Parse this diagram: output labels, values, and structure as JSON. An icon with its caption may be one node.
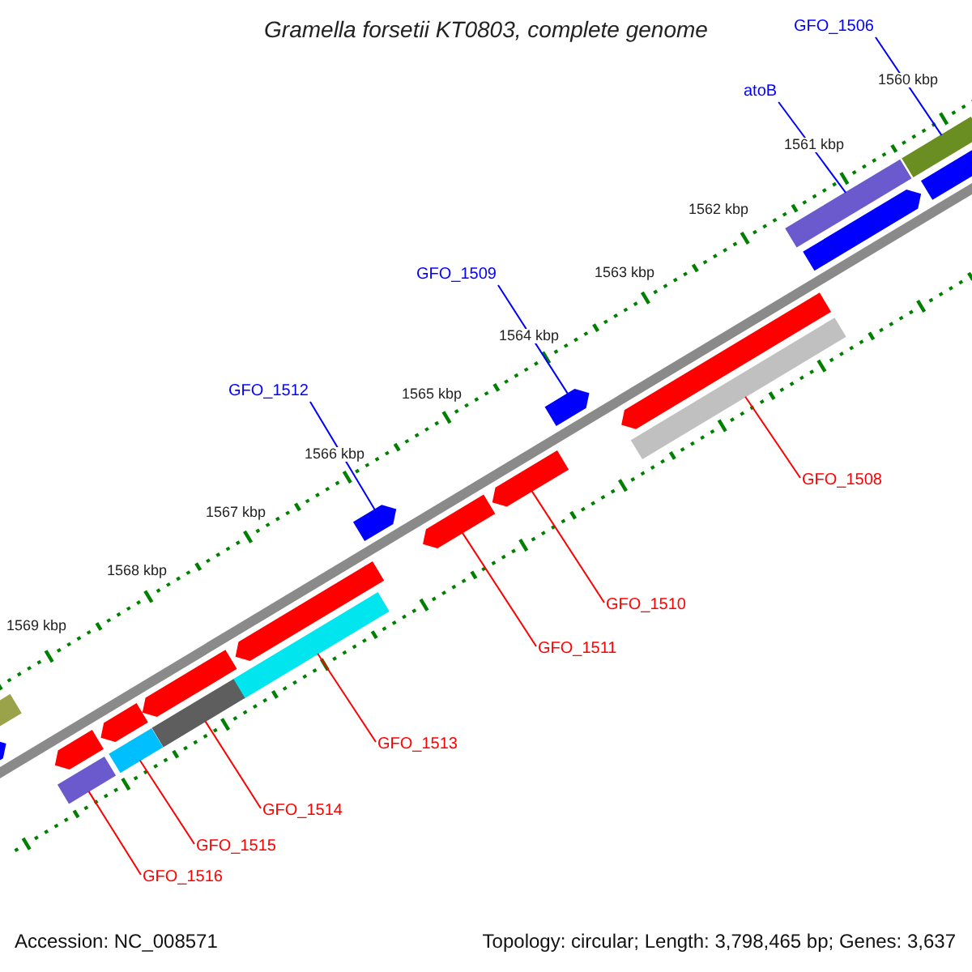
{
  "diagram": {
    "title": "Gramella forsetii KT0803, complete genome",
    "nodes": [
      {
        "text": [
          "GFO_1506"
        ]
      },
      {
        "text": [],
        "shape": "bar"
      },
      {
        "text": [
          "atoB"
        ]
      },
      {
        "text": [],
        "shape": "bar"
      },
      {
        "text": [
          "GFO_1509"
        ]
      },
      {
        "text": [],
        "shape": "pentagon"
      },
      {
        "text": [
          "GFO_1512"
        ]
      },
      {
        "text": [],
        "shape": "pentagon"
      },
      {
        "text": [
          "GFO_1508"
        ]
      },
      {
        "text": [],
        "shape": "bar"
      },
      {
        "text": [
          "GFO_1510"
        ]
      },
      {
        "text": [],
        "shape": "pentagon"
      },
      {
        "text": [
          "GFO_1511"
        ]
      },
      {
        "text": [],
        "shape": "pentagon"
      },
      {
        "text": [
          "GFO_1513"
        ]
      },
      {
        "text": [],
        "shape": "bar"
      },
      {
        "text": [
          "GFO_1514"
        ]
      },
      {
        "text": [],
        "shape": "bar"
      },
      {
        "text": [
          "GFO_1515"
        ]
      },
      {
        "text": [],
        "shape": "bar"
      },
      {
        "text": [
          "GFO_1516"
        ]
      },
      {
        "text": [],
        "shape": "bar"
      },
      {
        "text": [],
        "shape": "bar"
      },
      {
        "text": [],
        "shape": "pentagon"
      },
      {
        "text": [],
        "shape": "pentagon"
      },
      {
        "text": [],
        "shape": "pentagon"
      },
      {
        "text": [],
        "shape": "pentagon"
      },
      {
        "text": [],
        "shape": "pentagon"
      },
      {
        "text": [],
        "shape": "pentagon"
      },
      {
        "text": [],
        "shape": "pentagon"
      },
      {
        "text": [],
        "shape": "bar"
      }
    ],
    "edges": [
      {
        "from": 0,
        "to": 1,
        "arrow": "none",
        "color": "#0000ff"
      },
      {
        "from": 2,
        "to": 3,
        "arrow": "none",
        "color": "#0000ff"
      },
      {
        "from": 4,
        "to": 5,
        "arrow": "none",
        "color": "#0000ff"
      },
      {
        "from": 6,
        "to": 7,
        "arrow": "none",
        "color": "#0000ff"
      },
      {
        "from": 8,
        "to": 9,
        "arrow": "none"
      },
      {
        "from": 10,
        "to": 11,
        "arrow": "none"
      },
      {
        "from": 12,
        "to": 13,
        "arrow": "none"
      },
      {
        "from": 14,
        "to": 15,
        "arrow": "none"
      },
      {
        "from": 16,
        "to": 17,
        "arrow": "none"
      },
      {
        "from": 18,
        "to": 19,
        "arrow": "none"
      },
      {
        "from": 20,
        "to": 21,
        "arrow": "none"
      }
    ],
    "labels": [
      "1560 kbp",
      "1561 kbp",
      "1562 kbp",
      "1563 kbp",
      "1564 kbp",
      "1565 kbp",
      "1566 kbp",
      "1567 kbp",
      "1568 kbp",
      "1569 kbp",
      "Accession: NC_008571",
      "Topology: circular; Length: 3,798,465 bp; Genes: 3,637"
    ]
  }
}
